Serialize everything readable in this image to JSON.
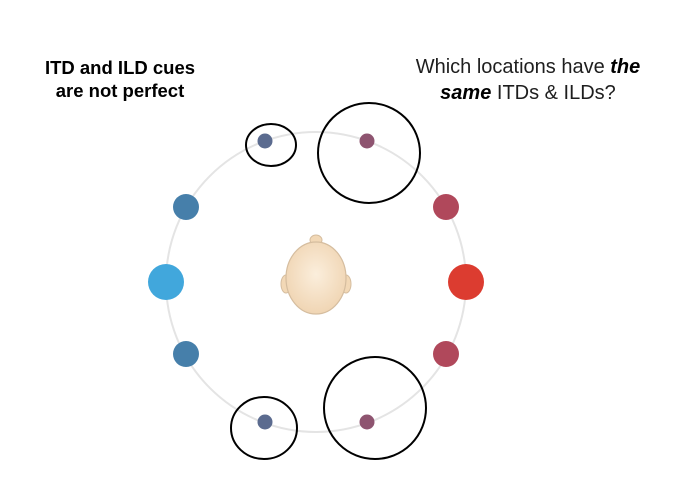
{
  "left_heading": {
    "line1": "ITD and ILD cues",
    "line2": "are not perfect"
  },
  "right_heading": {
    "line1": "Which locations have",
    "line1_emph": "the",
    "line2_emph": "same",
    "line2": "ITDs & ILDs?"
  },
  "sound_sources": [
    {
      "name": "front-left-top",
      "color": "#5b6b8f"
    },
    {
      "name": "front-right-top",
      "color": "#8e5470"
    },
    {
      "name": "upper-left",
      "color": "#467faa"
    },
    {
      "name": "upper-right",
      "color": "#b0485b"
    },
    {
      "name": "left",
      "color": "#41a7dc"
    },
    {
      "name": "right",
      "color": "#dc3c30"
    },
    {
      "name": "lower-left",
      "color": "#467faa"
    },
    {
      "name": "lower-right",
      "color": "#b0485b"
    },
    {
      "name": "rear-left-bottom",
      "color": "#5b6b8f"
    },
    {
      "name": "rear-right-bottom",
      "color": "#8e5470"
    }
  ],
  "colors": {
    "orbit": "#e4e4e4",
    "highlight_ring": "#000000",
    "head_fill": "#f6dfc2",
    "head_stroke": "#d5bd9f"
  }
}
